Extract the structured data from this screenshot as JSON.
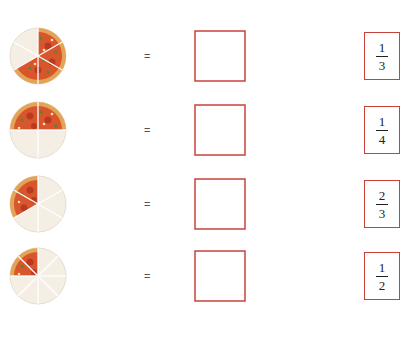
{
  "diagram": {
    "nodes": [
      {
        "text": [
          "1",
          "3"
        ]
      },
      {
        "text": [
          "1",
          "4"
        ]
      },
      {
        "text": [
          "2",
          "3"
        ]
      },
      {
        "text": [
          "1",
          "2"
        ]
      }
    ],
    "labels": [
      "=",
      "=",
      "=",
      "="
    ]
  }
}
